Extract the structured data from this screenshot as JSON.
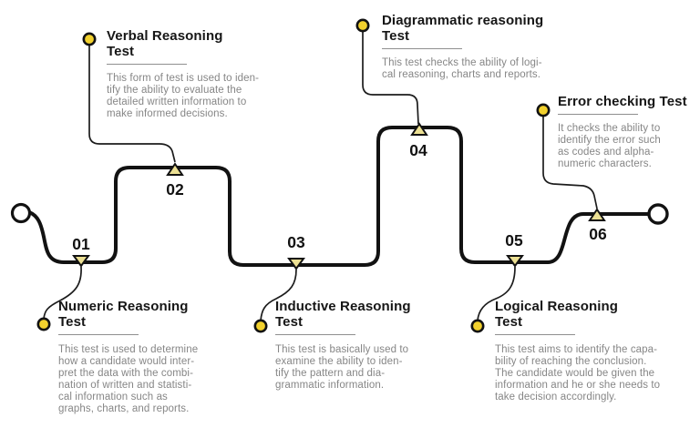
{
  "colors": {
    "line": "#121212",
    "callout": "#1c1c1c",
    "dot_fill": "#f2d12e",
    "dot_stroke": "#121212",
    "triangle_fill": "#ece093",
    "triangle_stroke": "#121212",
    "title_color": "#161616",
    "body_color": "#868686",
    "background": "#ffffff"
  },
  "steps": [
    {
      "number": "01",
      "title": "Numeric Reasoning\nTest",
      "description": "This test is used to determine\nhow a candidate would inter-\npret the data with the combi-\nnation of written and statisti-\ncal information such as\ngraphs, charts, and reports."
    },
    {
      "number": "02",
      "title": "Verbal Reasoning\nTest",
      "description": "This form of test is used to iden-\ntify the ability to evaluate the\ndetailed written information to\nmake informed decisions."
    },
    {
      "number": "03",
      "title": "Inductive Reasoning\nTest",
      "description": "This test is basically used to\nexamine the ability to iden-\ntify the pattern and dia-\ngrammatic information."
    },
    {
      "number": "04",
      "title": "Diagrammatic reasoning\nTest",
      "description": "This test checks the ability of logi-\ncal reasoning, charts and reports."
    },
    {
      "number": "05",
      "title": "Logical Reasoning\nTest",
      "description": "This test aims to identify the capa-\nbility of reaching the conclusion.\nThe candidate would be given the\ninformation and he or she needs to\ntake decision accordingly."
    },
    {
      "number": "06",
      "title": "Error checking Test",
      "description": "It checks the ability to\nidentify the error such\nas codes and alpha-\nnumeric characters."
    }
  ]
}
